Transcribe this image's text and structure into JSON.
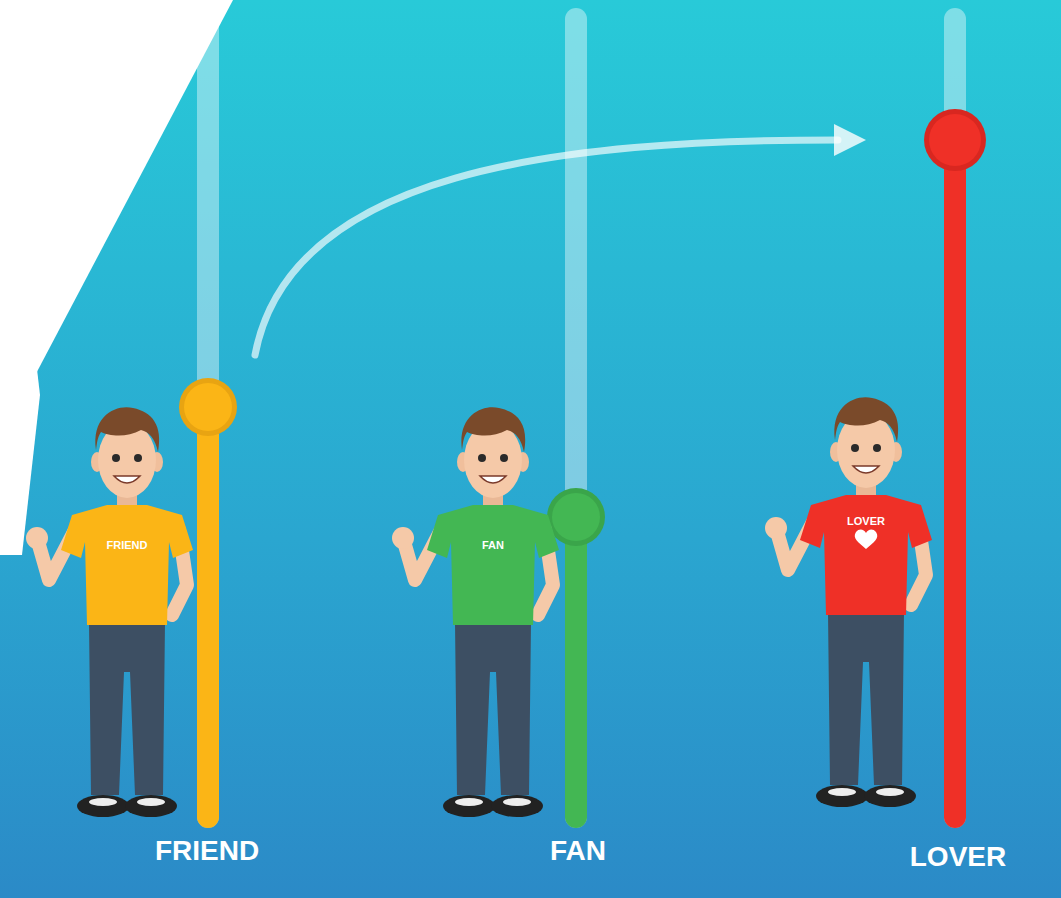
{
  "diagram": {
    "labels": [
      "FRIEND",
      "FAN",
      "LOVER",
      "FRIEND",
      "FAN",
      "LOVER"
    ]
  }
}
